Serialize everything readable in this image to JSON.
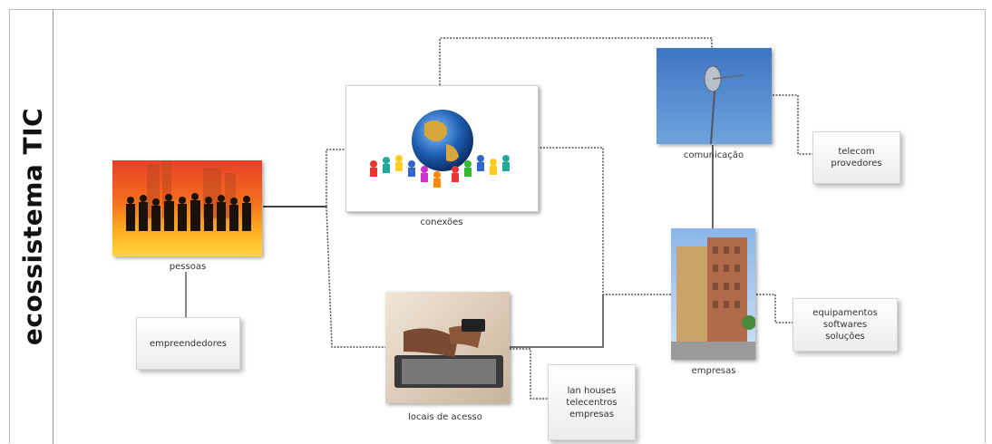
{
  "title": "ecossistema TIC",
  "nodes": {
    "pessoas": "pessoas",
    "conexoes": "conexões",
    "comunicacao": "comunicação",
    "empresas": "empresas",
    "locais": "locais de acesso"
  },
  "boxes": {
    "empreendedores": [
      "empreendedores"
    ],
    "telecom": [
      "telecom",
      "provedores"
    ],
    "equipamentos": [
      "equipamentos",
      "softwares",
      "soluções"
    ],
    "lanhouses": [
      "lan houses",
      "telecentros",
      "empresas"
    ]
  },
  "colors": {
    "connector": "#555555",
    "sky": "#4f86c6",
    "sunset": "#ff9a1a"
  }
}
